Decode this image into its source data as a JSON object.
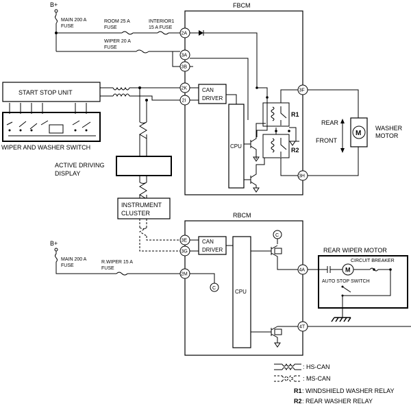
{
  "supply": {
    "bplus_top": "B+",
    "bplus_bottom": "B+"
  },
  "fuses": {
    "main_top": [
      "MAIN 200 A",
      "FUSE"
    ],
    "room": [
      "ROOM 25 A",
      "FUSE"
    ],
    "interior": [
      "INTERIOR1",
      "15 A FUSE"
    ],
    "wiper": [
      "WIPER 20 A",
      "FUSE"
    ],
    "main_bottom": [
      "MAIN 200 A",
      "FUSE"
    ],
    "rwiper": [
      "R.WIPER 15 A",
      "FUSE"
    ]
  },
  "modules": {
    "fbcm": "FBCM",
    "rbcm": "RBCM",
    "start_stop": "START STOP UNIT",
    "wiper_switch": "WIPER AND WASHER SWITCH",
    "active_display": [
      "ACTIVE DRIVING",
      "DISPLAY"
    ],
    "instrument_cluster": [
      "INSTRUMENT",
      "CLUSTER"
    ],
    "can_driver": [
      "CAN",
      "DRIVER"
    ],
    "cpu": "CPU",
    "rear_wiper_motor": "REAR WIPER MOTOR",
    "circuit_breaker": "CIRCUIT BREAKER",
    "auto_stop": "AUTO STOP SWITCH",
    "washer_motor": [
      "WASHER",
      "MOTOR"
    ],
    "motor_symbol": "M"
  },
  "relays": {
    "r1": "R1",
    "r2": "R2"
  },
  "directions": {
    "rear": "REAR",
    "front": "FRONT"
  },
  "pins": {
    "p2a": "2A",
    "p3a": "3A",
    "p3b": "3B",
    "p2k": "2K",
    "p2i": "2I",
    "p3f": "3F",
    "p3h": "3H",
    "p3e": "3E",
    "p3g": "3G",
    "p2m": "2M",
    "p4a": "4A",
    "p4t": "4T"
  },
  "connector_symbol": "C",
  "legend": {
    "hs_can": ": HS-CAN",
    "ms_can": ": MS-CAN",
    "r1_key": "R1",
    "r1_desc": ": WINDSHIELD WASHER RELAY",
    "r2_key": "R2",
    "r2_desc": ": REAR WASHER RELAY"
  }
}
